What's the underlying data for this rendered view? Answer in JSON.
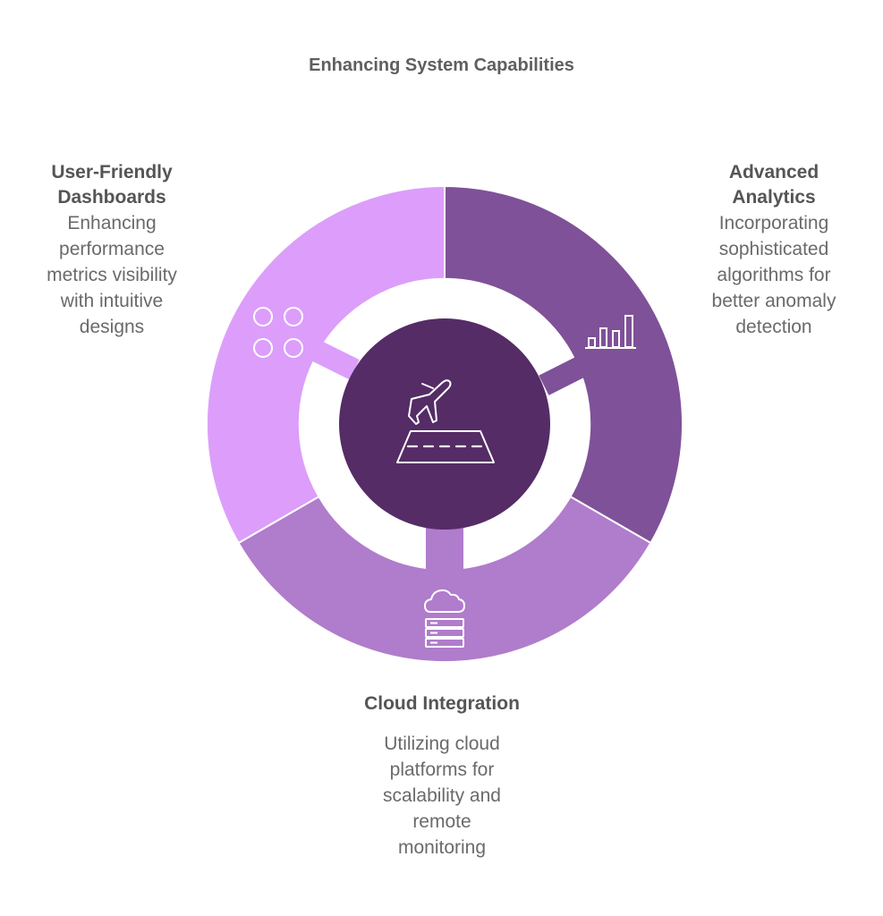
{
  "title": "Enhancing System Capabilities",
  "center": {
    "icon": "airplane-runway-icon",
    "color": "#552c66"
  },
  "segments": [
    {
      "id": "analytics",
      "heading": "Advanced Analytics",
      "heading_lines": [
        "Advanced",
        "Analytics"
      ],
      "description_lines": [
        "Incorporating",
        "sophisticated",
        "algorithms for",
        "better anomaly",
        "detection"
      ],
      "icon": "bar-chart-icon",
      "color": "#7f5198"
    },
    {
      "id": "cloud",
      "heading": "Cloud Integration",
      "heading_lines": [
        "Cloud Integration"
      ],
      "description_lines": [
        "Utilizing cloud",
        "platforms for",
        "scalability and",
        "remote",
        "monitoring"
      ],
      "icon": "cloud-server-icon",
      "color": "#b07ccc"
    },
    {
      "id": "dashboards",
      "heading": "User-Friendly Dashboards",
      "heading_lines": [
        "User-Friendly",
        "Dashboards"
      ],
      "description_lines": [
        "Enhancing",
        "performance",
        "metrics visibility",
        "with intuitive",
        "designs"
      ],
      "icon": "dashboard-grid-icon",
      "color": "#dc9efa"
    }
  ]
}
